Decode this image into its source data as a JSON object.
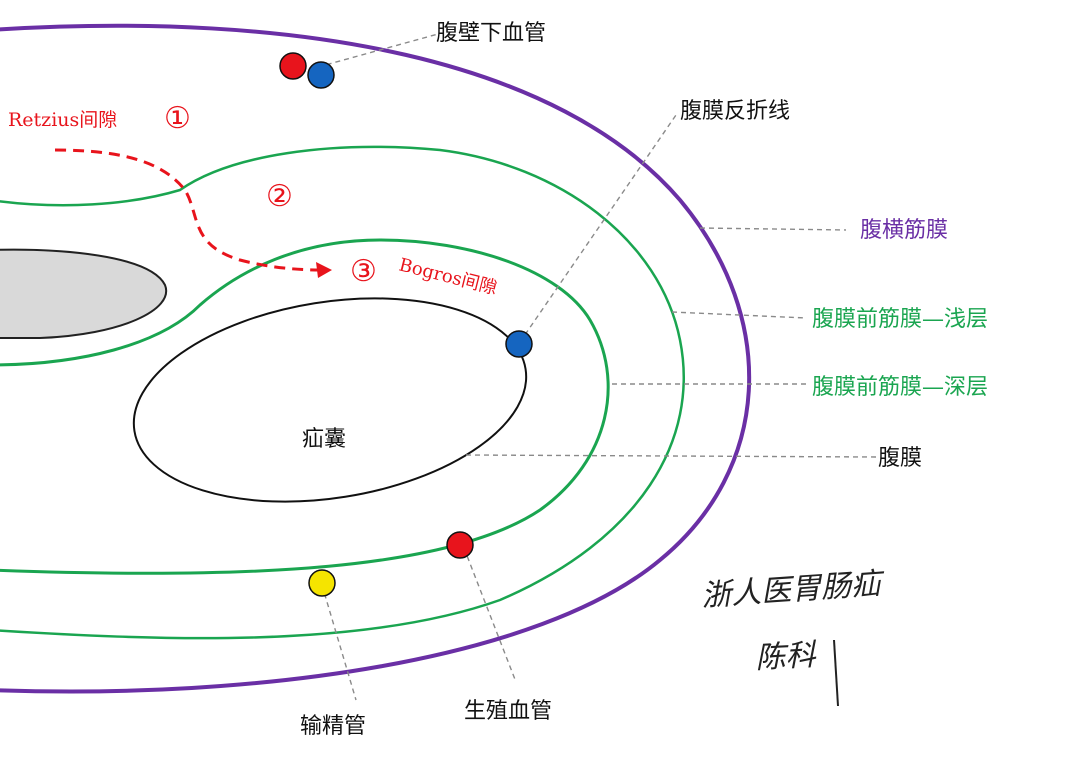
{
  "labels": {
    "inferior_epigastric": "腹壁下血管",
    "peritoneal_reflection": "腹膜反折线",
    "transversalis_fascia": "腹横筋膜",
    "preperitoneal_superficial": "腹膜前筋膜—浅层",
    "preperitoneal_deep": "腹膜前筋膜—深层",
    "peritoneum": "腹膜",
    "hernia_sac": "疝囊",
    "vas_deferens": "输精管",
    "gonadal_vessels": "生殖血管"
  },
  "spaces": {
    "retzius_label": "Retzius间隙",
    "retzius_num": "①",
    "middle_num": "②",
    "bogros_num": "③",
    "bogros_label": "Bogros间隙"
  },
  "signature": {
    "line1": "浙人医胃肠疝",
    "line2": "陈科"
  },
  "colors": {
    "transversalis": "#6a2fa5",
    "preperitoneal": "#1aa550",
    "peritoneum": "#111111",
    "space_arrow": "#e8141c",
    "artery": "#e8141c",
    "vein": "#1565c0",
    "vas": "#f5e400",
    "bladder": "#d9d9d9"
  }
}
